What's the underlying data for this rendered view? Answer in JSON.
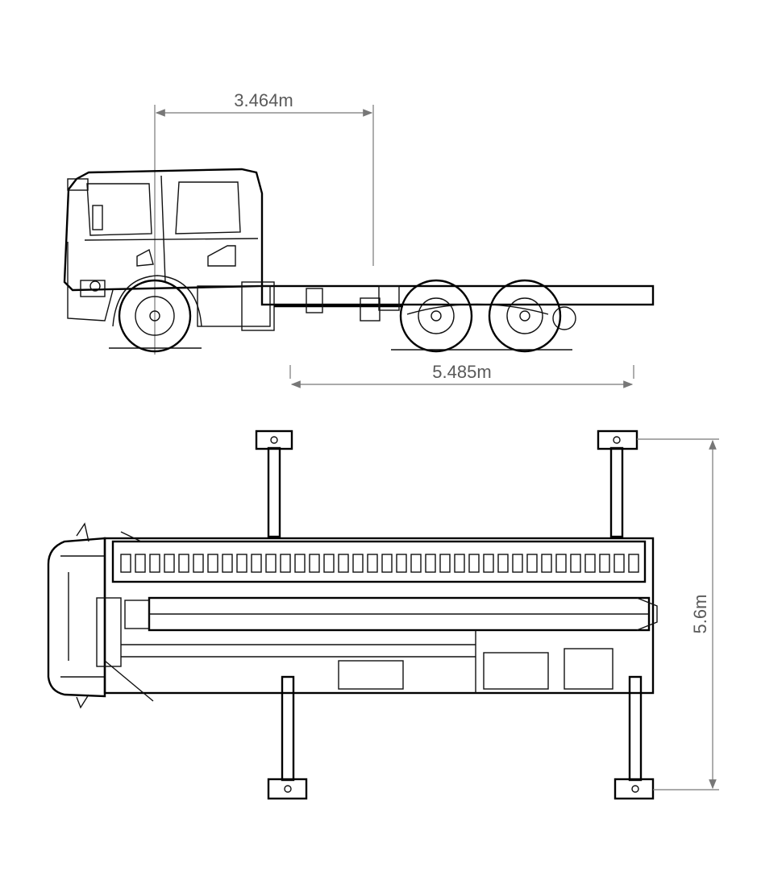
{
  "diagram": {
    "side_view": {
      "cab_to_axle_dimension": "3.464m",
      "chassis_length_dimension": "5.485m"
    },
    "top_view": {
      "outrigger_span_dimension": "5.6m"
    },
    "colors": {
      "line": "#111111",
      "dimension": "#777777",
      "label": "#5a5a5a"
    }
  }
}
